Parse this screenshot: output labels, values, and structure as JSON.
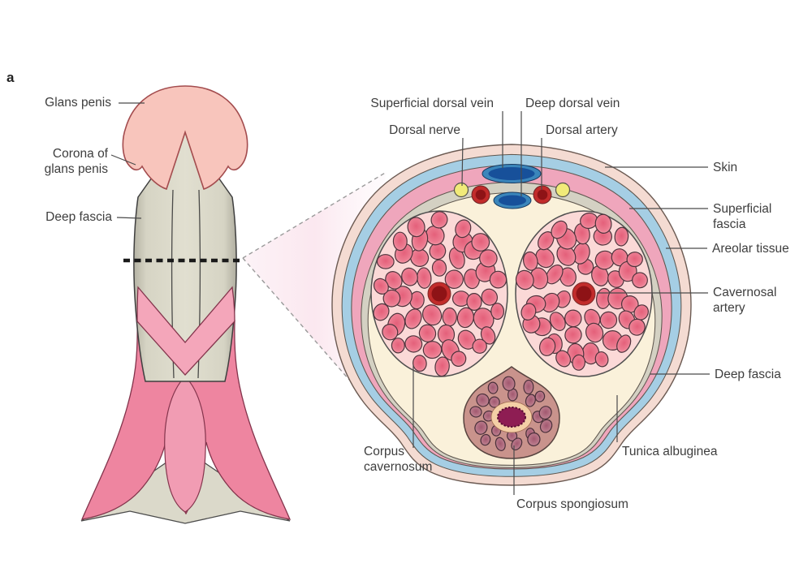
{
  "panel_label": "a",
  "longitudinal_view": {
    "labels": {
      "glans_penis": "Glans penis",
      "corona_of_glans_penis": "Corona of\nglans penis",
      "deep_fascia": "Deep fascia"
    }
  },
  "cross_section_view": {
    "labels": {
      "superficial_dorsal_vein": "Superficial dorsal vein",
      "deep_dorsal_vein": "Deep dorsal vein",
      "dorsal_nerve": "Dorsal nerve",
      "dorsal_artery": "Dorsal artery",
      "skin": "Skin",
      "superficial_fascia": "Superficial\nfascia",
      "areolar_tissue": "Areolar tissue",
      "cavernosal_artery": "Cavernosal\nartery",
      "deep_fascia": "Deep fascia",
      "tunica_albuginea": "Tunica albuginea",
      "corpus_cavernosum": "Corpus\ncavernosum",
      "corpus_spongiosum": "Corpus spongiosum"
    }
  },
  "colors": {
    "skin_layer": "#f4dbd2",
    "superficial_fascia_layer": "#a5cee4",
    "areolar_tissue_layer": "#efa6bc",
    "deep_fascia_layer": "#d4d1c3",
    "tunica_albuginea_layer": "#faf1da",
    "corpus_cavernosum_fill": "#fbd9d7",
    "cavernous_blob_center": "#e4607a",
    "cavernous_blob_edge": "#f5a9b4",
    "vein_blue": "#17509a",
    "vein_ring_blue": "#3b86bb",
    "artery_red": "#c22c2b",
    "artery_core": "#8e1316",
    "nerve_yellow": "#f1ea79",
    "spongiosum_body": "#c9938c",
    "spongiosum_blob_center": "#a25870",
    "spongiosum_blob_edge": "#c48a97",
    "urethra": "#8e1d53",
    "glans_pink": "#f8c5bc",
    "shaft_gray": "#dbd9c9",
    "muscle_pink": "#ee85a0",
    "label_text": "#3e3e3e"
  }
}
